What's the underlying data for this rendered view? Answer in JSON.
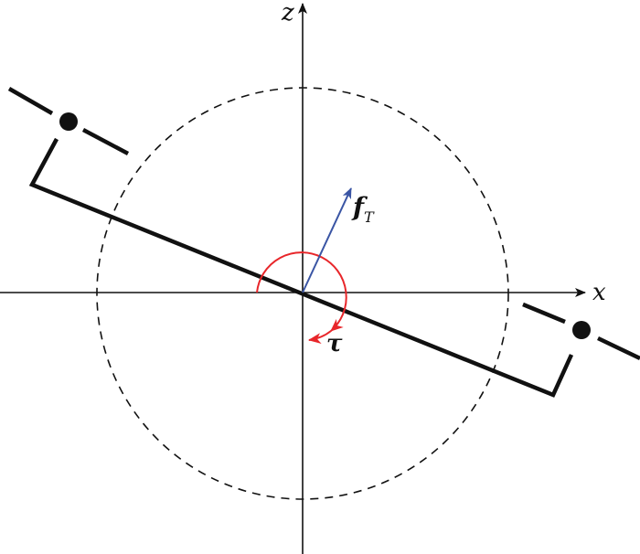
{
  "axes": {
    "x_label": "x",
    "z_label": "z"
  },
  "vectors": {
    "force_label": "f",
    "force_subscript": "T",
    "torque_label": "τ"
  },
  "colors": {
    "force": "#3a55a4",
    "torque": "#e8262a",
    "lines": "#111111"
  }
}
